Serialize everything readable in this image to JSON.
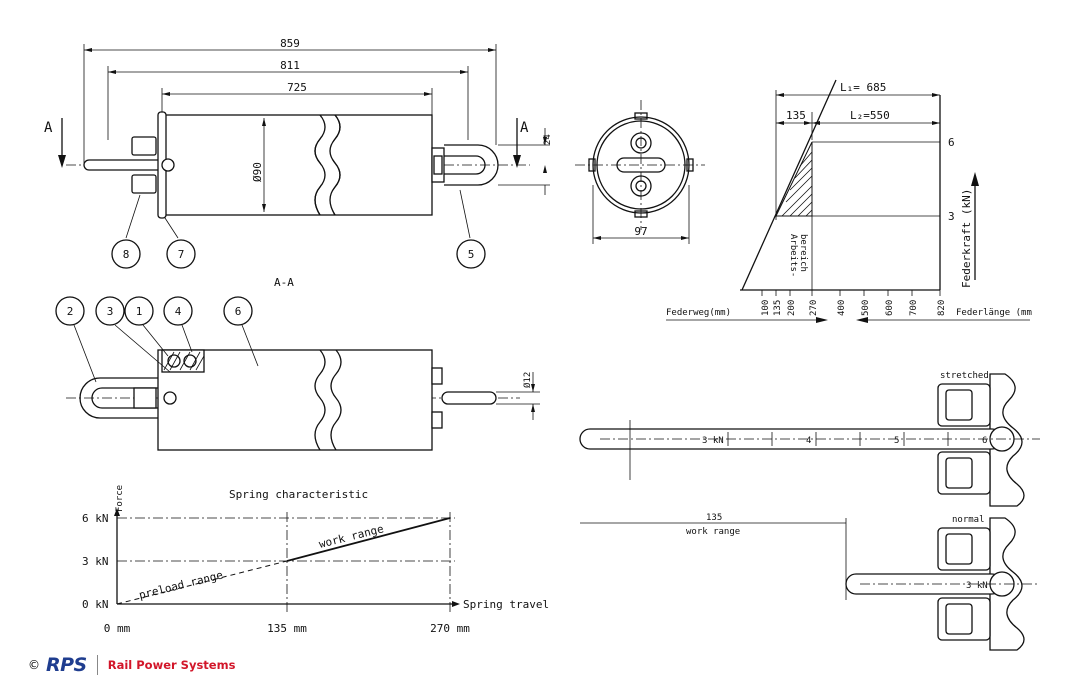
{
  "overall_length": "859",
  "mount_length": "811",
  "body_length": "725",
  "body_diameter": "Ø90",
  "offset": "24",
  "face_width": "97",
  "rod_diameter": "Ø12",
  "section_mark": "A",
  "section_label": "A-A",
  "parts_top": [
    "8",
    "7",
    "5"
  ],
  "parts_section": [
    "2",
    "3",
    "1",
    "4",
    "6"
  ],
  "spec": {
    "l1": "L₁= 685",
    "l2": "L₂=550",
    "dim_135": "135",
    "force_6": "6",
    "force_3": "3",
    "arbeits_1": "Arbeits-",
    "arbeits_2": "bereich",
    "federkraft": "Federkraft (kN)",
    "federweg": "Federweg(mm)",
    "federlaenge": "Federlänge (mm",
    "ticks": [
      "100",
      "135",
      "200",
      "270",
      "400",
      "500",
      "600",
      "700",
      "820"
    ]
  },
  "chart": {
    "title": "Spring characteristic",
    "ylabel": "Force",
    "xlabel": "Spring travel",
    "y_ticks": [
      "6 kN",
      "3 kN",
      "0 kN"
    ],
    "x_ticks": [
      "0 mm",
      "135 mm",
      "270 mm"
    ],
    "preload": "preload range",
    "work": "work range"
  },
  "gauge": {
    "stretched": "stretched",
    "normal": "normal",
    "marks": [
      "3 kN",
      "4",
      "5",
      "6"
    ],
    "normal_mark": "3 kN",
    "dim_value": "135",
    "dim_label": "work range"
  },
  "footer": {
    "copyright": "©",
    "logo": "RPS",
    "company": "Rail Power Systems"
  }
}
